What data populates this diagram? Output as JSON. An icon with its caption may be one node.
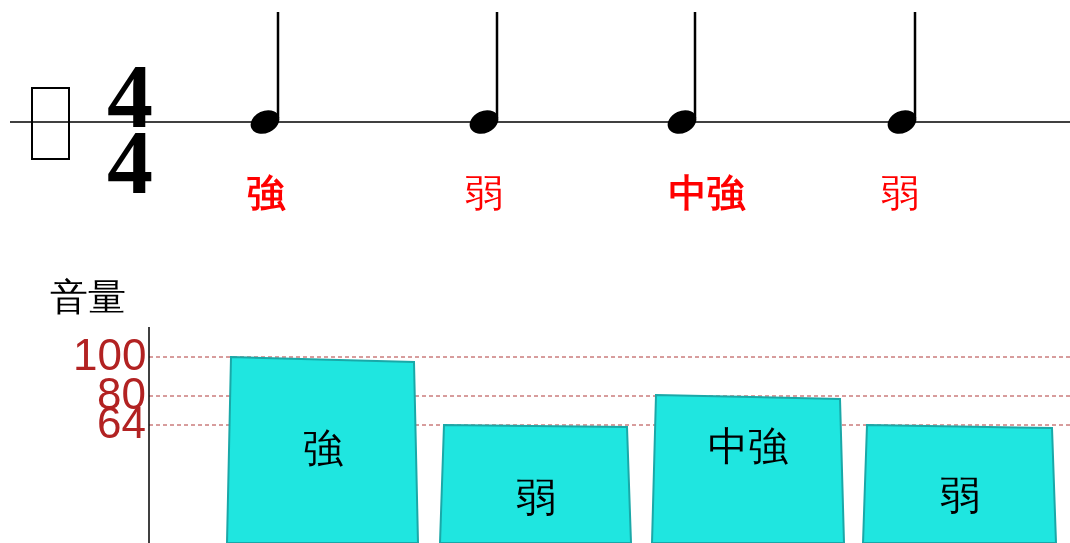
{
  "diagram": {
    "labels": [
      "4",
      "4",
      "強",
      "弱",
      "中強",
      "弱",
      "音量",
      "100",
      "80",
      "64",
      "強",
      "弱",
      "中強",
      "弱"
    ]
  }
}
